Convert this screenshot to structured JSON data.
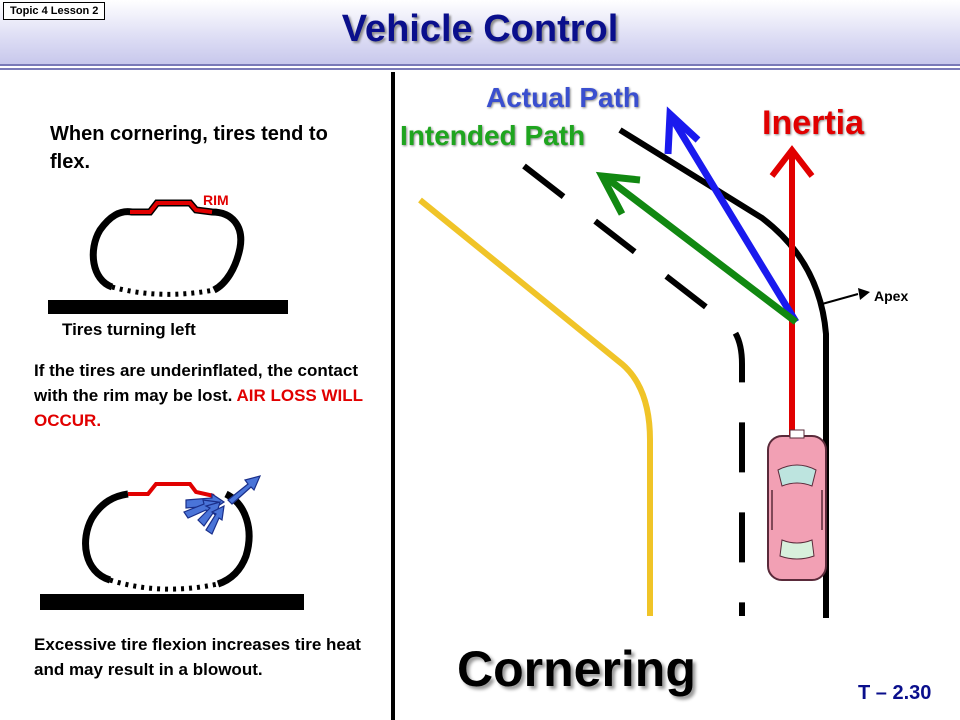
{
  "header": {
    "topic": "Topic 4 Lesson 2",
    "title": "Vehicle Control"
  },
  "left": {
    "intro": "When cornering, tires tend to flex.",
    "rim_label": "RIM",
    "tires_caption": "Tires turning left",
    "underinflated": "If the tires are underinflated, the contact with the rim may be lost.",
    "air_loss": "AIR LOSS WILL OCCUR.",
    "flexion": "Excessive tire flexion increases tire heat and may result in a blowout."
  },
  "right": {
    "actual_path": "Actual Path",
    "intended_path": "Intended Path",
    "inertia": "Inertia",
    "apex": "Apex",
    "cornering": "Cornering",
    "slide_number": "T – 2.30"
  },
  "colors": {
    "title": "#0a0f8c",
    "inertia": "#e10000",
    "actual": "#1a1aee",
    "intended": "#118811",
    "road_edge": "#f0c428",
    "car": "#f2a0b4"
  }
}
